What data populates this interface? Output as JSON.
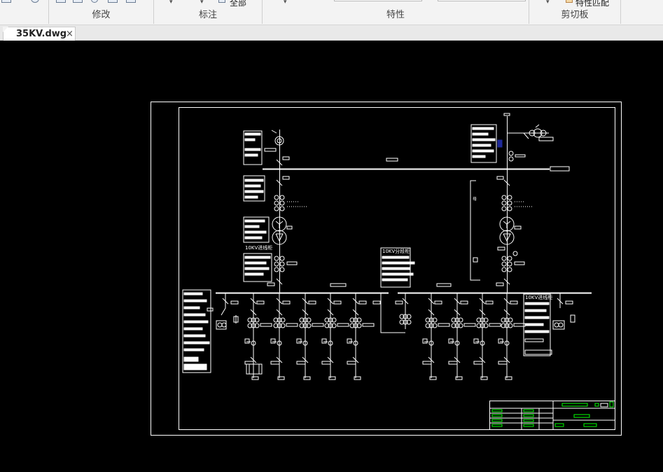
{
  "ribbon": {
    "panels": [
      {
        "label": "修改"
      },
      {
        "label": "标注"
      },
      {
        "label": "特性"
      },
      {
        "label": "剪切板"
      }
    ],
    "annotation_partial_label": "全部",
    "clipboard_partial_label": "特性匹配"
  },
  "tabs": [
    {
      "label": "35KV.dwg",
      "close_glyph": "×"
    }
  ],
  "drawing": {
    "background_color": "#000000",
    "line_color": "#ffffff",
    "annotation_color": "#00ff00",
    "labels": {
      "incoming_left": "10KV进线柜",
      "sectional": "10KV分段柜",
      "incoming_right": "10KV进线柜",
      "side_note": "母"
    }
  }
}
